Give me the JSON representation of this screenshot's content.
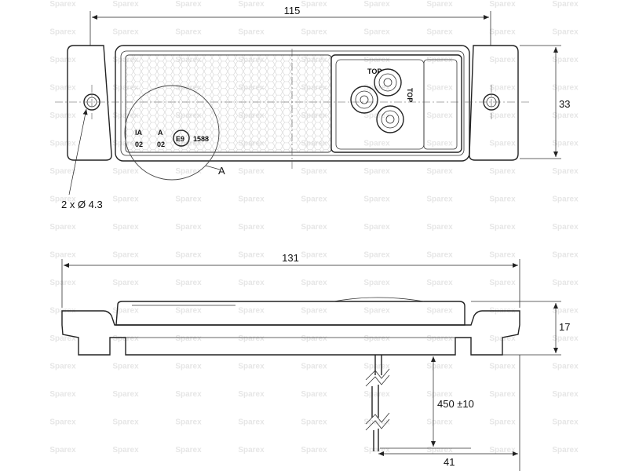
{
  "watermark": {
    "text": "Sparex",
    "color": "#e6e6e6"
  },
  "top_view": {
    "dimension_width": "115",
    "dimension_height": "33",
    "hole_callout": "2 x Ø 4.3",
    "detail_label": "A",
    "marking_codes": {
      "code_1a": "IA",
      "code_1b": "02",
      "code_2a": "A",
      "code_2b": "02",
      "approval_mark": "E9",
      "approval_number": "1588"
    },
    "led_label_top": "TOP",
    "led_label_side": "TOP"
  },
  "side_view": {
    "dimension_width": "131",
    "dimension_height": "17",
    "cable_length": "450 ±10",
    "cable_offset": "41"
  }
}
